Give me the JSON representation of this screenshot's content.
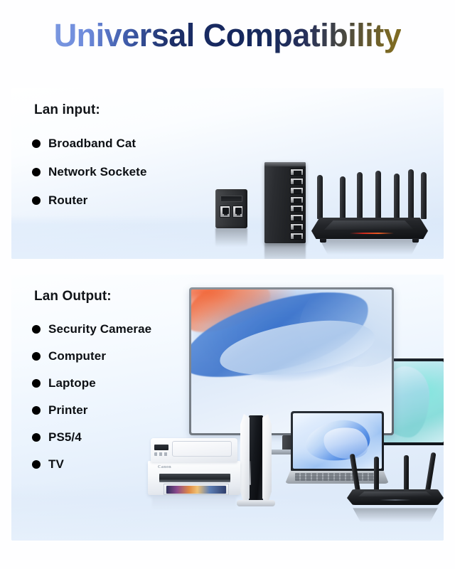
{
  "page": {
    "title": "Universal Compatibility",
    "background_color": "#ffffff",
    "title_gradient": [
      "#7b98e0",
      "#16275e",
      "#7d6a23"
    ]
  },
  "panels": [
    {
      "id": "lan-input",
      "heading": "Lan input:",
      "panel_color": "#dbe8f8",
      "items": [
        {
          "label": "Broadband Cat"
        },
        {
          "label": "Network Sockete"
        },
        {
          "label": "Router"
        }
      ],
      "devices": [
        {
          "name": "network-wall-socket",
          "color": "#2c2e31"
        },
        {
          "name": "ethernet-switch-8-port",
          "color": "#212326",
          "ports": 8
        },
        {
          "name": "wifi-router-7-antenna",
          "color": "#191b1e",
          "antennas": 7,
          "accent": "#e85a22"
        }
      ]
    },
    {
      "id": "lan-output",
      "heading": "Lan Output:",
      "panel_color": "#dde9f8",
      "items": [
        {
          "label": "Security Camerae"
        },
        {
          "label": "Computer"
        },
        {
          "label": "Laptope"
        },
        {
          "label": "Printer"
        },
        {
          "label": "PS5/4"
        },
        {
          "label": "TV"
        }
      ],
      "devices": [
        {
          "name": "desktop-monitor-tv",
          "color": "#5e656d"
        },
        {
          "name": "secondary-display",
          "color": "#10141a"
        },
        {
          "name": "laptop-computer",
          "color": "#b4bac1"
        },
        {
          "name": "game-console-ps5",
          "color": "#ffffff"
        },
        {
          "name": "inkjet-printer",
          "color": "#ffffff",
          "brand": "Canon"
        },
        {
          "name": "wifi-router-4-antenna",
          "color": "#15171a",
          "antennas": 4
        }
      ]
    }
  ],
  "bullet": {
    "glyph": "●",
    "color": "#000000"
  }
}
